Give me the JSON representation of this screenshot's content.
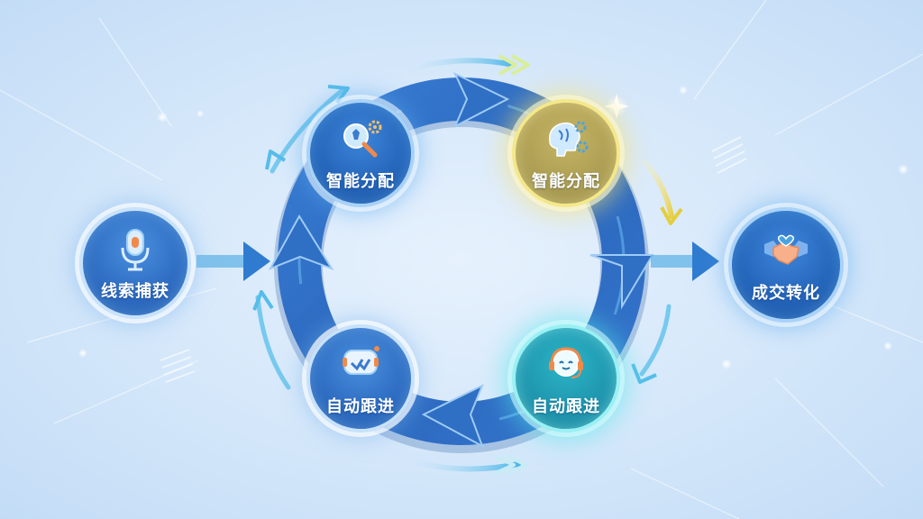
{
  "nodes": {
    "lead_capture": {
      "label": "线索捕获",
      "icon": "microphone-icon"
    },
    "smart_assign_left": {
      "label": "智能分配",
      "icon": "magnifier-gear-icon"
    },
    "smart_assign_right": {
      "label": "智能分配",
      "icon": "brain-gear-icon"
    },
    "auto_followup_left": {
      "label": "自动跟进",
      "icon": "chat-check-icon"
    },
    "auto_followup_right": {
      "label": "自动跟进",
      "icon": "headset-bot-icon"
    },
    "conversion": {
      "label": "成交转化",
      "icon": "handshake-icon"
    }
  },
  "colors": {
    "ring": "#2f6fc4",
    "ring_dark": "#1f56a8",
    "accent_blue": "#2363b8",
    "accent_gold": "#f4e88c",
    "accent_teal": "#52e3ea",
    "background": "#d4e7fa"
  }
}
